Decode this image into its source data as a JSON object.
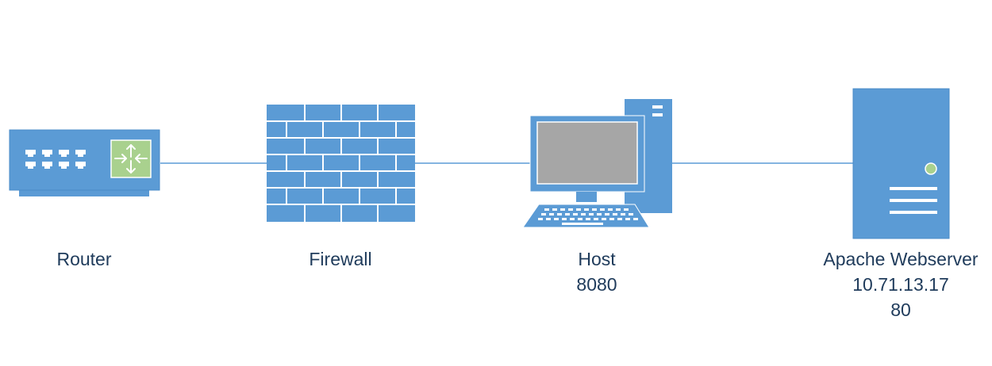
{
  "colors": {
    "device": "#5b9bd5",
    "device_border": "#3f7fc0",
    "screen": "#a6a6a6",
    "router_accent": "#a9d18e",
    "indicator": "#a9d18e",
    "connector": "#5b9bd5",
    "label": "#1f3b5b",
    "white": "#ffffff"
  },
  "nodes": {
    "router": {
      "icon": "router-icon",
      "lines": [
        "Router"
      ]
    },
    "firewall": {
      "icon": "firewall-icon",
      "lines": [
        "Firewall"
      ]
    },
    "host": {
      "icon": "desktop-computer-icon",
      "lines": [
        "Host",
        "8080"
      ]
    },
    "webserver": {
      "icon": "server-tower-icon",
      "lines": [
        "Apache Webserver",
        "10.71.13.17",
        "80"
      ]
    }
  },
  "connections": [
    {
      "from": "router",
      "to": "firewall"
    },
    {
      "from": "firewall",
      "to": "host"
    },
    {
      "from": "host",
      "to": "webserver"
    }
  ]
}
